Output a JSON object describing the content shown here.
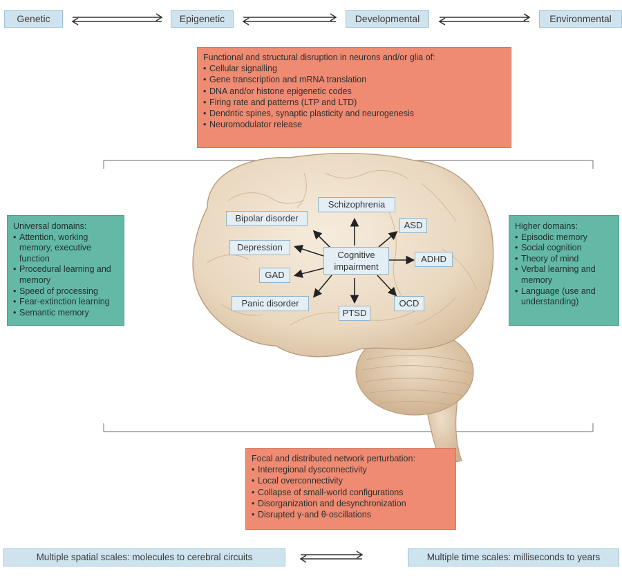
{
  "factors": [
    "Genetic",
    "Epigenetic",
    "Developmental",
    "Environmental"
  ],
  "top_box": {
    "title": "Functional and structural disruption in neurons and/or glia of:",
    "items": [
      "Cellular signalling",
      "Gene transcription and mRNA translation",
      "DNA and/or histone epigenetic codes",
      "Firing rate and patterns (LTP and LTD)",
      "Dendritic spines, synaptic plasticity and neurogenesis",
      "Neuromodulator release"
    ]
  },
  "left_box": {
    "title": "Universal domains:",
    "items": [
      "Attention, working memory, executive function",
      "Procedural learning and memory",
      "Speed of processing",
      "Fear-extinction learning",
      "Semantic memory"
    ]
  },
  "right_box": {
    "title": "Higher domains:",
    "items": [
      "Episodic memory",
      "Social cognition",
      "Theory of mind",
      "Verbal learning and memory",
      "Language (use and understanding)"
    ]
  },
  "center": {
    "hub": "Cognitive impairment",
    "disorders": {
      "schizophrenia": "Schizophrenia",
      "bipolar": "Bipolar disorder",
      "asd": "ASD",
      "depression": "Depression",
      "adhd": "ADHD",
      "gad": "GAD",
      "panic": "Panic disorder",
      "ptsd": "PTSD",
      "ocd": "OCD"
    }
  },
  "bottom_box": {
    "title": "Focal and distributed network perturbation:",
    "items": [
      "Interregional dysconnectivity",
      "Local overconnectivity",
      "Collapse of small-world configurations",
      "Disorganization and desynchronization",
      "Disrupted γ-and θ-oscillations"
    ]
  },
  "scales": {
    "spatial": "Multiple spatial scales: molecules to cerebral circuits",
    "time": "Multiple time scales: milliseconds to years"
  },
  "colors": {
    "factor_box": "#cfe3ef",
    "cellular_box": "#ee8b72",
    "domain_box": "#64b9a6",
    "brain": "#e9d9c3"
  }
}
